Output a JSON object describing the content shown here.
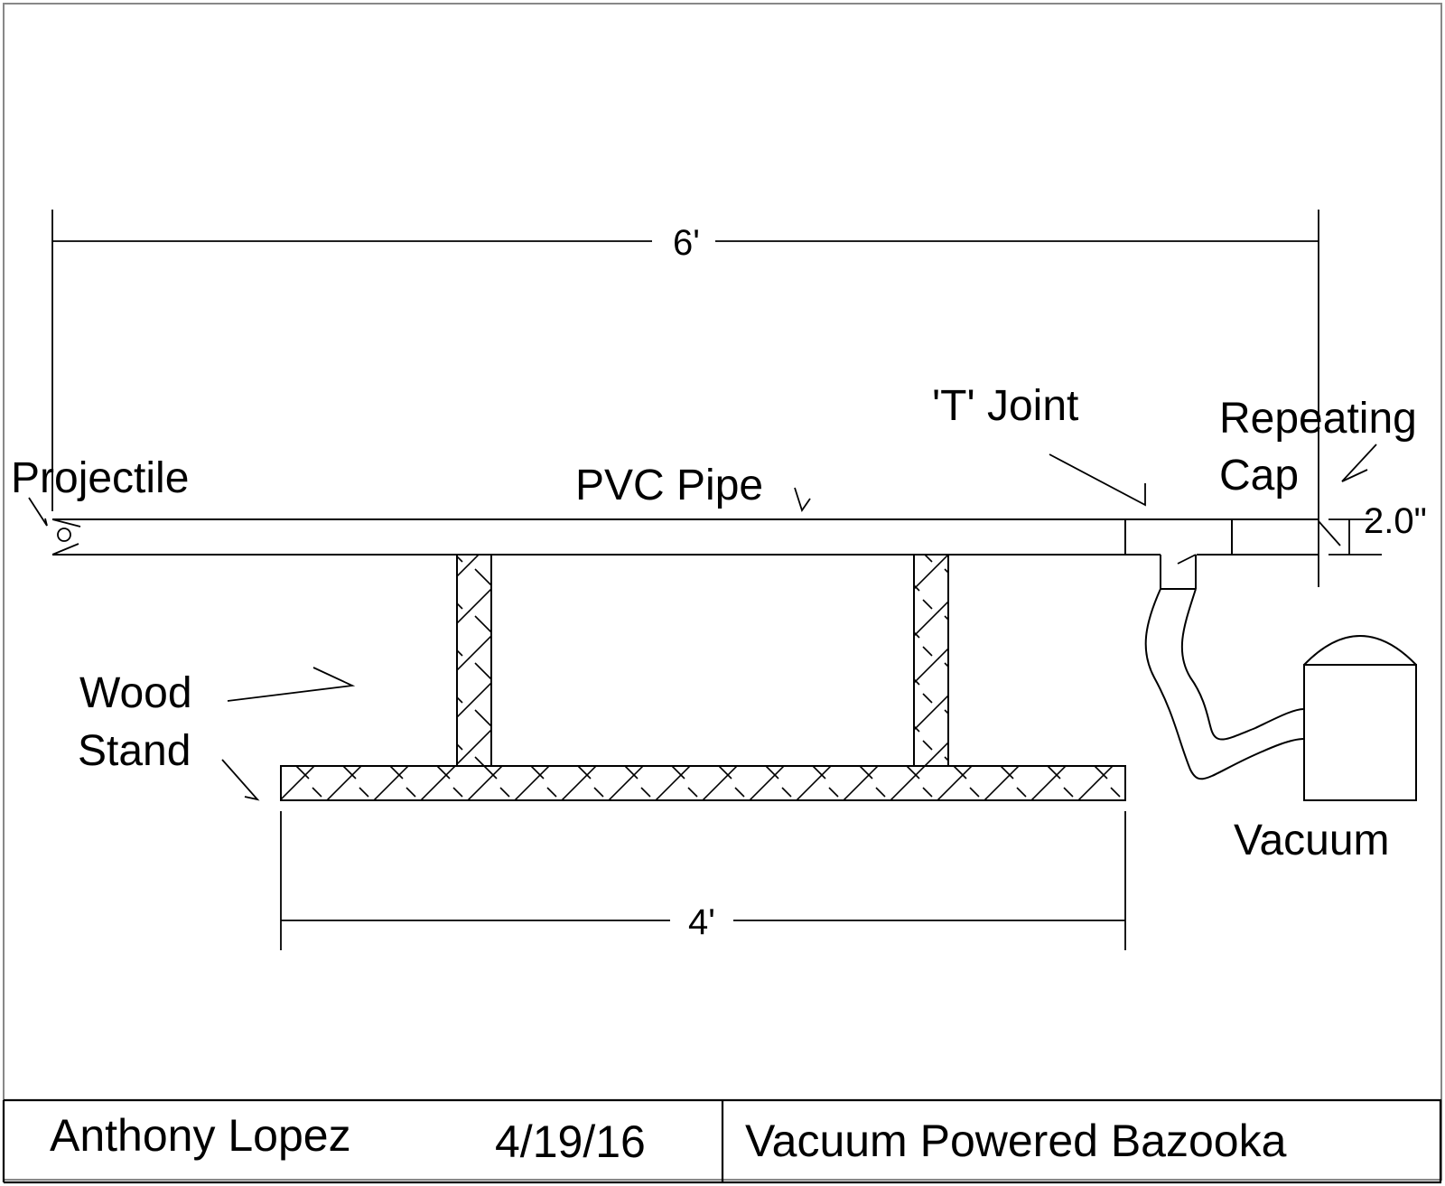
{
  "drawing": {
    "labels": {
      "projectile": "Projectile",
      "pvc_pipe": "PVC Pipe",
      "t_joint": "'T' Joint",
      "repeating_cap_line1": "Repeating",
      "repeating_cap_line2": "Cap",
      "wood_stand_line1": "Wood",
      "wood_stand_line2": "Stand",
      "vacuum": "Vacuum"
    },
    "dimensions": {
      "overall_length": "6'",
      "stand_length": "4'",
      "pipe_diameter": "2.0\""
    },
    "hatch_pattern": "wood-crosshatch",
    "line_color": "#000000",
    "frame_color": "#888888"
  },
  "title_block": {
    "author": "Anthony Lopez",
    "date": "4/19/16",
    "title": "Vacuum Powered Bazooka"
  }
}
